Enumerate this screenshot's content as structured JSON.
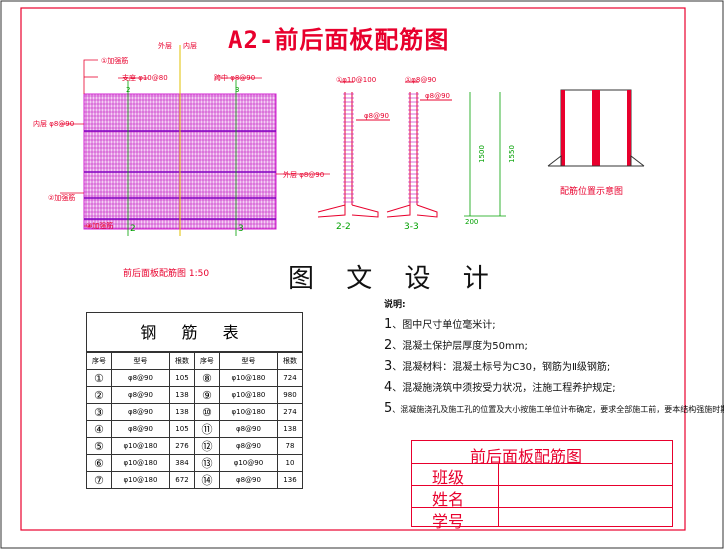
{
  "title": "A2-前后面板配筋图",
  "big_text": "图 文 设 计",
  "front_panel": {
    "caption": "前后面板配筋图  1:50",
    "labels": {
      "outer": "外层",
      "inner": "内层",
      "support": "支座 φ10@80",
      "midspan": "跨中 φ8@90",
      "inner_layer": "内层 φ8@90",
      "outer_layer": "外层 φ8@90",
      "stiffener_top": "①加强筋",
      "stiffener_mid": "②加强筋",
      "stiffener_bot": "③加强筋",
      "mark_2": "2",
      "mark_3": "3"
    }
  },
  "sections": {
    "s22": "2-2",
    "s33": "3-3",
    "s22_tag": "①φ10@100",
    "s33_tag": "①φ8@90",
    "s22_side": "φ8@90",
    "s33_side": "φ8@90",
    "dim1": "1500",
    "dim2": "1550",
    "dim3": "200"
  },
  "position_caption": "配筋位置示意图",
  "steel_table": {
    "title": "钢 筋 表",
    "headers": [
      "序号",
      "型号",
      "根数",
      "序号",
      "型号",
      "根数"
    ],
    "rows": [
      [
        "①",
        "φ8@90",
        "105",
        "⑧",
        "φ10@180",
        "724"
      ],
      [
        "②",
        "φ8@90",
        "138",
        "⑨",
        "φ10@180",
        "980"
      ],
      [
        "③",
        "φ8@90",
        "138",
        "⑩",
        "φ10@180",
        "274"
      ],
      [
        "④",
        "φ8@90",
        "105",
        "⑪",
        "φ8@90",
        "138"
      ],
      [
        "⑤",
        "φ10@180",
        "276",
        "⑫",
        "φ8@90",
        "78"
      ],
      [
        "⑥",
        "φ10@180",
        "384",
        "⑬",
        "φ10@90",
        "10"
      ],
      [
        "⑦",
        "φ10@180",
        "672",
        "⑭",
        "φ8@90",
        "136"
      ]
    ]
  },
  "notes": {
    "heading": "说明:",
    "items": [
      {
        "num": "1",
        "text": "、图中尺寸单位毫米计;"
      },
      {
        "num": "2",
        "text": "、混凝土保护层厚度为50mm;"
      },
      {
        "num": "3",
        "text": "、混凝材料：混凝土标号为C30，钢筋为Ⅱ级钢筋;"
      },
      {
        "num": "4",
        "text": "、混凝施浇筑中须按受力状况，注施工程养护规定;"
      },
      {
        "num": "5",
        "text": "、混凝施浇孔及施工孔的位置及大小按施工单位计布确定，要求全部施工前，要本结构强施时期中;"
      }
    ]
  },
  "title_block": {
    "name": "前后面板配筋图",
    "class": "班级",
    "student": "姓名",
    "number": "学号"
  },
  "colors": {
    "accent": "#e8002d",
    "mesh": "#d020d0",
    "line": "#111111"
  }
}
